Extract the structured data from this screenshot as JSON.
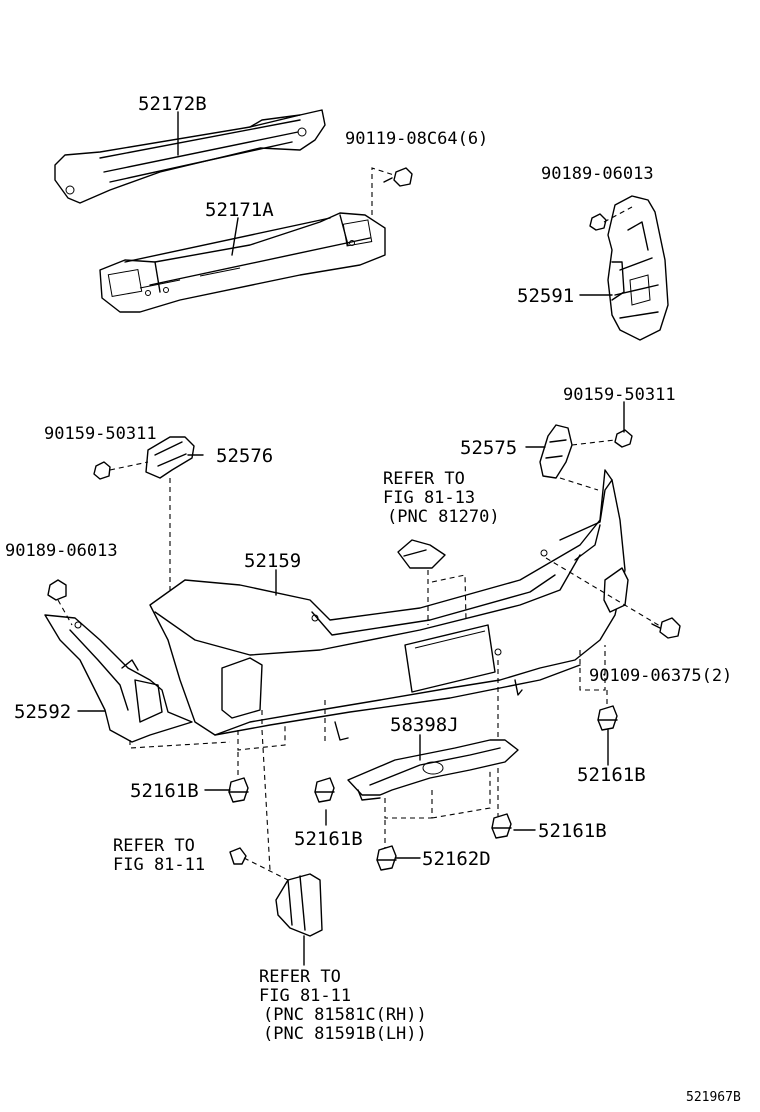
{
  "diagram": {
    "figure_id": "521967B",
    "parts": [
      {
        "id": "p1",
        "number": "52172B"
      },
      {
        "id": "p2",
        "number": "90119-08C64(6)"
      },
      {
        "id": "p3",
        "number": "52171A"
      },
      {
        "id": "p4",
        "number": "90189-06013"
      },
      {
        "id": "p5",
        "number": "52591"
      },
      {
        "id": "p6",
        "number": "90159-50311"
      },
      {
        "id": "p7",
        "number": "52575"
      },
      {
        "id": "p8",
        "number": "90159-50311"
      },
      {
        "id": "p9",
        "number": "52576"
      },
      {
        "id": "p10",
        "number": "90189-06013"
      },
      {
        "id": "p11",
        "number": "52159"
      },
      {
        "id": "p12",
        "number": "52592"
      },
      {
        "id": "p13",
        "number": "58398J"
      },
      {
        "id": "p14",
        "number": "90109-06375(2)"
      },
      {
        "id": "p15",
        "number": "52161B"
      },
      {
        "id": "p16",
        "number": "52161B"
      },
      {
        "id": "p17",
        "number": "52161B"
      },
      {
        "id": "p18",
        "number": "52161B"
      },
      {
        "id": "p19",
        "number": "52162D"
      }
    ],
    "references": [
      {
        "id": "r1",
        "lines": [
          "REFER TO",
          "FIG 81-13",
          "(PNC 81270)"
        ]
      },
      {
        "id": "r2",
        "lines": [
          "REFER TO",
          "FIG 81-11"
        ]
      },
      {
        "id": "r3",
        "lines": [
          "REFER TO",
          "FIG 81-11",
          "(PNC 81581C(RH))",
          "(PNC 81591B(LH))"
        ]
      }
    ]
  }
}
